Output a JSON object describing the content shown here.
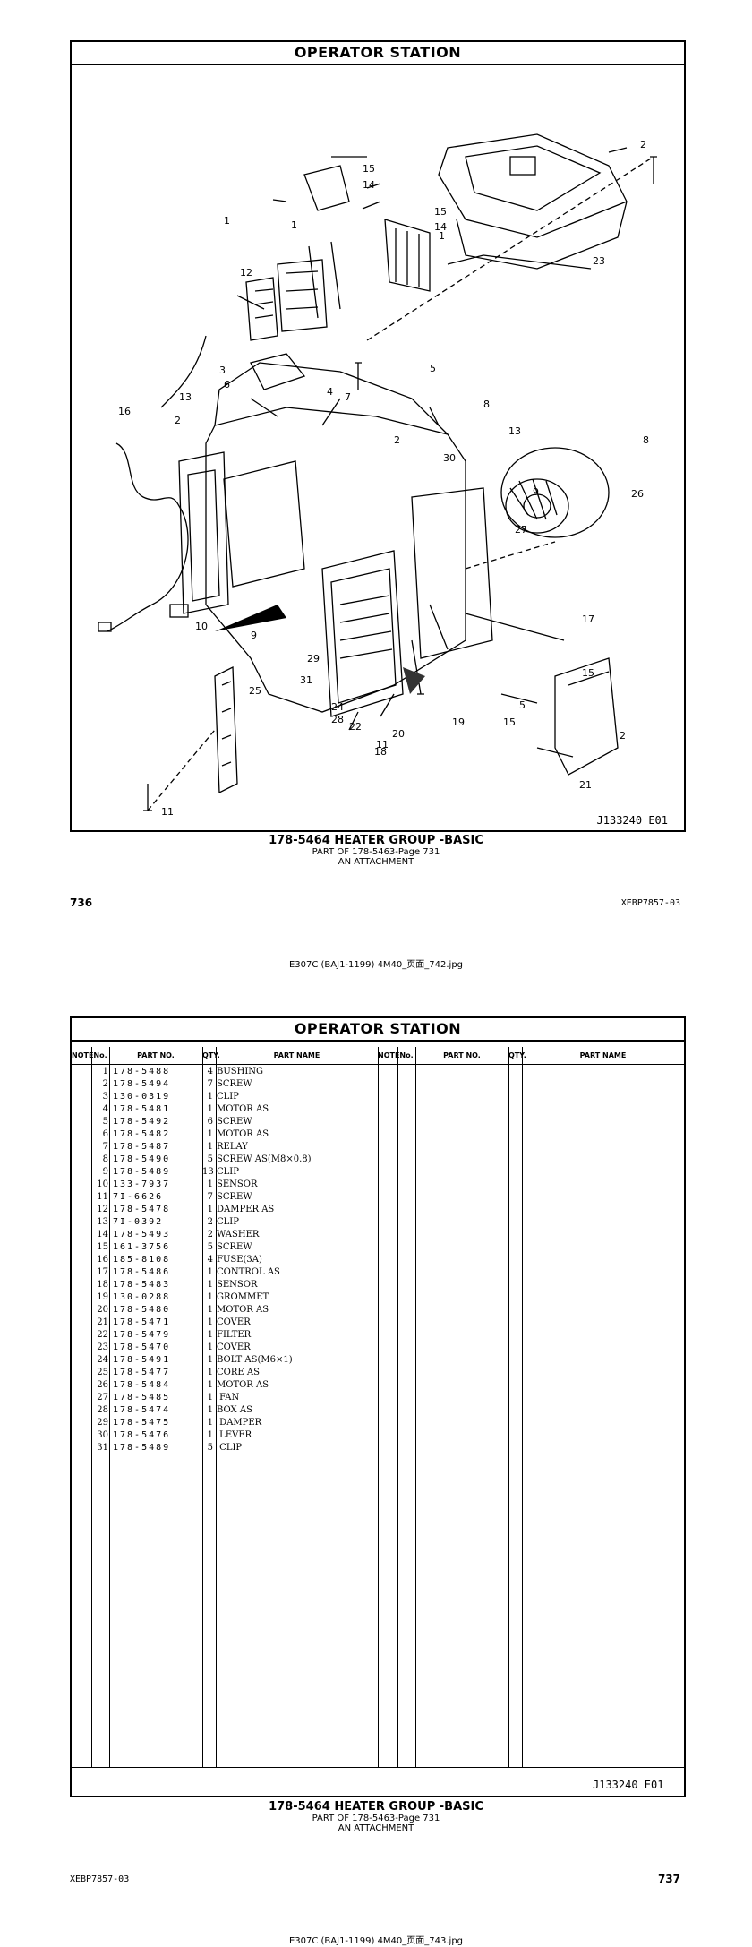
{
  "page1": {
    "title": "OPERATOR STATION",
    "drawing_id": "J133240  E01",
    "caption": {
      "line1": "178-5464 HEATER GROUP -BASIC",
      "line2": "PART OF 178-5463-Page 731",
      "line3": "AN ATTACHMENT"
    },
    "page_number": "736",
    "doc_ref": "XEBP7857-03",
    "source_file": "E307C (BAJ1-1199) 4M40_页面_742.jpg",
    "callouts": [
      "1",
      "2",
      "3",
      "4",
      "5",
      "6",
      "7",
      "8",
      "9",
      "10",
      "11",
      "12",
      "13",
      "14",
      "15",
      "16",
      "17",
      "18",
      "19",
      "20",
      "21",
      "22",
      "23",
      "24",
      "25",
      "26",
      "27",
      "28",
      "29",
      "30",
      "31"
    ]
  },
  "page2": {
    "title": "OPERATOR STATION",
    "headers": {
      "note": "NOTE",
      "no": "No.",
      "part_no": "PART NO.",
      "qty": "QTY.",
      "part_name": "PART NAME"
    },
    "rows": [
      {
        "no": "1",
        "part": "178-5488",
        "qty": "4",
        "name": "BUSHING"
      },
      {
        "no": "2",
        "part": "178-5494",
        "qty": "7",
        "name": "SCREW"
      },
      {
        "no": "3",
        "part": "130-0319",
        "qty": "1",
        "name": "CLIP"
      },
      {
        "no": "4",
        "part": "178-5481",
        "qty": "1",
        "name": "MOTOR AS"
      },
      {
        "no": "5",
        "part": "178-5492",
        "qty": "6",
        "name": "SCREW"
      },
      {
        "no": "6",
        "part": "178-5482",
        "qty": "1",
        "name": "MOTOR AS"
      },
      {
        "no": "7",
        "part": "178-5487",
        "qty": "1",
        "name": "RELAY"
      },
      {
        "no": "8",
        "part": "178-5490",
        "qty": "5",
        "name": "SCREW AS(M8×0.8)"
      },
      {
        "no": "9",
        "part": "178-5489",
        "qty": "13",
        "name": "CLIP"
      },
      {
        "no": "10",
        "part": "133-7937",
        "qty": "1",
        "name": "SENSOR"
      },
      {
        "no": "11",
        "part": "7I-6626",
        "qty": "7",
        "name": "SCREW"
      },
      {
        "no": "12",
        "part": "178-5478",
        "qty": "1",
        "name": "DAMPER AS"
      },
      {
        "no": "13",
        "part": "7I-0392",
        "qty": "2",
        "name": "CLIP"
      },
      {
        "no": "14",
        "part": "178-5493",
        "qty": "2",
        "name": "WASHER"
      },
      {
        "no": "15",
        "part": "161-3756",
        "qty": "5",
        "name": "SCREW"
      },
      {
        "no": "16",
        "part": "185-8108",
        "qty": "4",
        "name": "FUSE(3A)"
      },
      {
        "no": "17",
        "part": "178-5486",
        "qty": "1",
        "name": "CONTROL AS"
      },
      {
        "no": "18",
        "part": "178-5483",
        "qty": "1",
        "name": "SENSOR"
      },
      {
        "no": "19",
        "part": "130-0288",
        "qty": "1",
        "name": "GROMMET"
      },
      {
        "no": "20",
        "part": "178-5480",
        "qty": "1",
        "name": "MOTOR AS"
      },
      {
        "no": "21",
        "part": "178-5471",
        "qty": "1",
        "name": "COVER"
      },
      {
        "no": "22",
        "part": "178-5479",
        "qty": "1",
        "name": "FILTER"
      },
      {
        "no": "23",
        "part": "178-5470",
        "qty": "1",
        "name": "COVER"
      },
      {
        "no": "24",
        "part": "178-5491",
        "qty": "1",
        "name": "BOLT AS(M6×1)"
      },
      {
        "no": "25",
        "part": "178-5477",
        "qty": "1",
        "name": "CORE AS"
      },
      {
        "no": "26",
        "part": "178-5484",
        "qty": "1",
        "name": "MOTOR AS"
      },
      {
        "no": "27",
        "part": "178-5485",
        "qty": "1",
        "name": " FAN"
      },
      {
        "no": "28",
        "part": "178-5474",
        "qty": "1",
        "name": "BOX AS"
      },
      {
        "no": "29",
        "part": "178-5475",
        "qty": "1",
        "name": " DAMPER"
      },
      {
        "no": "30",
        "part": "178-5476",
        "qty": "1",
        "name": " LEVER"
      },
      {
        "no": "31",
        "part": "178-5489",
        "qty": "5",
        "name": " CLIP"
      }
    ],
    "drawing_id": "J133240  E01",
    "caption": {
      "line1": "178-5464 HEATER GROUP -BASIC",
      "line2": "PART OF 178-5463-Page 731",
      "line3": "AN ATTACHMENT"
    },
    "doc_ref": "XEBP7857-03",
    "page_number": "737",
    "source_file": "E307C (BAJ1-1199) 4M40_页面_743.jpg"
  }
}
